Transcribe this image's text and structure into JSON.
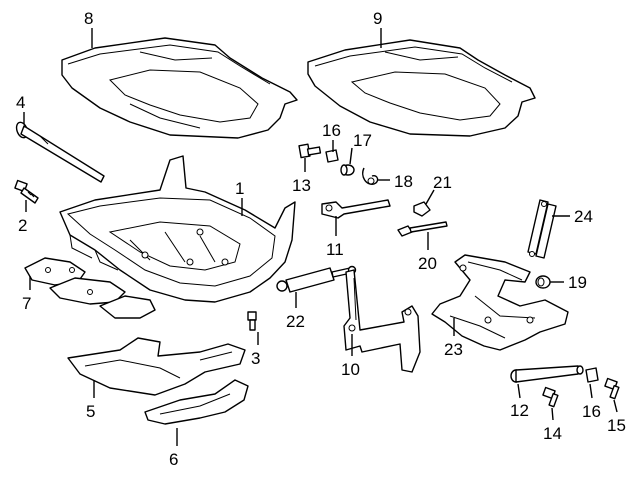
{
  "callouts": {
    "c1": "1",
    "c2": "2",
    "c3": "3",
    "c4": "4",
    "c5": "5",
    "c6": "6",
    "c7": "7",
    "c8": "8",
    "c9": "9",
    "c10": "10",
    "c11": "11",
    "c12": "12",
    "c13": "13",
    "c14": "14",
    "c15": "15",
    "c16a": "16",
    "c16b": "16",
    "c17": "17",
    "c18": "18",
    "c19": "19",
    "c20": "20",
    "c21": "21",
    "c22": "22",
    "c23": "23",
    "c24": "24"
  },
  "colors": {
    "line": "#000000",
    "fill": "#ffffff"
  }
}
